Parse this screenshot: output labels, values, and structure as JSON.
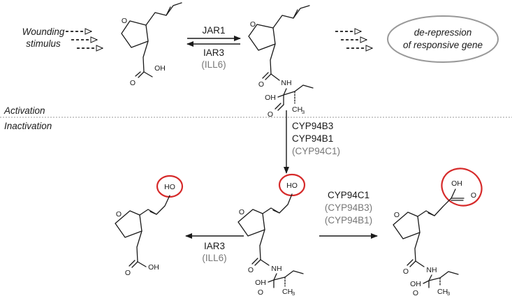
{
  "stimulus": {
    "line1": "Wounding",
    "line2": "stimulus"
  },
  "response": {
    "line1": "de-repression",
    "line2": "of responsive gene"
  },
  "step1": {
    "forward": "JAR1",
    "reverse": "IAR3",
    "reverse_minor": "(ILL6)"
  },
  "phases": {
    "activation": "Activation",
    "inactivation": "Inactivation"
  },
  "step2": {
    "enzyme1": "CYP94B3",
    "enzyme2": "CYP94B1",
    "enzyme_minor": "(CYP94C1)"
  },
  "step3": {
    "enzyme1": "CYP94C1",
    "enzyme_minor1": "(CYP94B3)",
    "enzyme_minor2": "(CYP94B1)"
  },
  "step4": {
    "enzyme": "IAR3",
    "enzyme_minor": "(ILL6)"
  },
  "atoms": {
    "O": "O",
    "OH": "OH",
    "NH": "NH",
    "HO": "HO",
    "CH": "CH",
    "sub3": "3"
  },
  "colors": {
    "highlight": "#d62a2a",
    "minor_text": "#777777",
    "line": "#1a1a1a"
  }
}
